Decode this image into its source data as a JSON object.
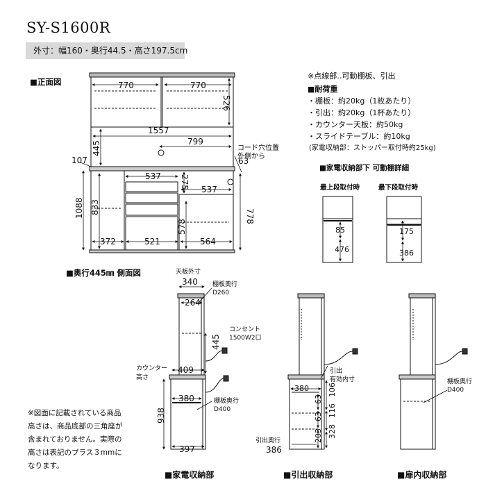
{
  "title": "SY-S1600R",
  "outer_size": "外寸：幅160・奥行44.5・高さ197.5cm",
  "front_view": {
    "label": "■正面図",
    "dims": {
      "top_left_w": "770",
      "top_right_w": "770",
      "upper_h": "526",
      "inner_w": "1557",
      "counter_w": "799",
      "gap_h": "445",
      "left_offset": "107",
      "drawer_w": "537",
      "right_w": "537",
      "small_h": "275",
      "cord_pos": "63",
      "total_h": "1088",
      "low_left_h": "833",
      "low_right_h": "778",
      "shelf_h": "578",
      "bottom_left_w": "372",
      "bottom_mid_w": "521",
      "bottom_right_w": "564"
    },
    "cord_label_1": "コード穴位置",
    "cord_label_2": "外側から"
  },
  "notes": {
    "line1": "※点線部‥可動棚板、引出",
    "heading": "■耐荷重",
    "items": [
      "・棚板：約20kg（1枚あたり）",
      "・引出：約20kg（1杯あたり）",
      "・カウンター天板：約50kg",
      "・スライドテーブル：約10kg"
    ],
    "stopper": "(家電収納部：ストッパー取付時約25kg)"
  },
  "detail": {
    "heading": "■家電収納部下 可動棚詳細",
    "top_label": "最上段取付時",
    "bottom_label": "最下段取付時",
    "top_upper": "85",
    "top_lower": "476",
    "bottom_upper": "175",
    "bottom_lower": "386"
  },
  "side_view": {
    "label": "■奥行445㎜ 側面図",
    "top_outer_1": "天板外寸",
    "top_outer_w": "340",
    "shelf_depth_label": "棚板奥行",
    "shelf_depth_260": "D260",
    "w264": "264",
    "outlet_label": "コンセント",
    "outlet_spec": "1500W2口",
    "h445": "445",
    "counter_label_1": "カウンター",
    "counter_label_2": "高さ",
    "w409": "409",
    "w380": "380",
    "shelf_depth_400_label": "棚板奥行",
    "shelf_depth_400": "D400",
    "h938": "938",
    "w397": "397",
    "caption": "■家電収納部"
  },
  "drawer_view": {
    "drawer_label_1": "引出",
    "drawer_label_2": "有効内寸",
    "w380": "380",
    "h106": "106",
    "h63a": "63",
    "h116": "116",
    "h63b": "63",
    "h328": "328",
    "h203": "203",
    "depth_label": "引出奥行",
    "depth": "386",
    "caption": "■引出収納部"
  },
  "door_view": {
    "shelf_label": "棚板奥行",
    "shelf_depth": "D400",
    "caption": "■扉内収納部"
  },
  "footnote": "※図面に記載されている商品高さは、商品底部の三角座が含まれておりません。実際の高さは表記のプラス３mmになります。"
}
